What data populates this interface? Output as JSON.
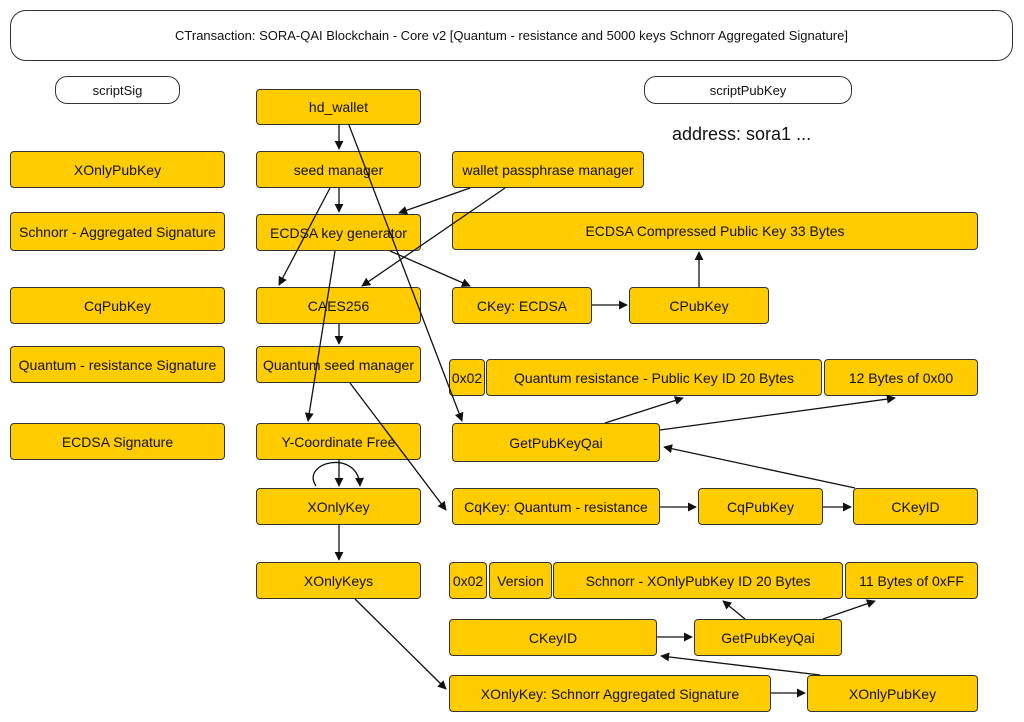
{
  "title": "CTransaction: SORA-QAI Blockchain - Core v2 [Quantum - resistance and 5000 keys Schnorr Aggregated Signature]",
  "script_sig_label": "scriptSig",
  "script_pubkey_label": "scriptPubKey",
  "address_label": "address: sora1 ...",
  "colors": {
    "node_fill": "#ffcc00",
    "node_border": "#333333",
    "arrow": "#111111"
  },
  "script_sig_items": [
    "XOnlyPubKey",
    "Schnorr - Aggregated Signature",
    "CqPubKey",
    "Quantum - resistance Signature",
    "ECDSA Signature"
  ],
  "pipeline": {
    "hd_wallet": "hd_wallet",
    "seed_manager": "seed manager",
    "ecdsa_key_generator": "ECDSA key generator",
    "caes256": "CAES256",
    "quantum_seed_manager": "Quantum seed manager",
    "y_coordinate_free": "Y-Coordinate Free",
    "xonlykey": "XOnlyKey",
    "xonlykeys": "XOnlyKeys"
  },
  "right": {
    "wallet_passphrase_manager": "wallet passphrase manager",
    "ecdsa_compressed_pubkey": "ECDSA Compressed Public Key 33 Bytes",
    "ckey_ecdsa": "CKey: ECDSA",
    "cpubkey": "CPubKey",
    "qr_prefix": "0x02",
    "qr_pubkey_id": "Quantum resistance - Public Key ID 20 Bytes",
    "qr_zero_bytes": "12 Bytes of 0x00",
    "getpubkeyqai_1": "GetPubKeyQai",
    "cqkey_quantum": "CqKey: Quantum - resistance",
    "cqpubkey": "CqPubKey",
    "ckeyid_1": "CKeyID",
    "schnorr_prefix": "0x02",
    "schnorr_version": "Version",
    "schnorr_pubkey_id": "Schnorr - XOnlyPubKey ID 20 Bytes",
    "schnorr_ff_bytes": "11 Bytes of 0xFF",
    "ckeyid_2": "CKeyID",
    "getpubkeyqai_2": "GetPubKeyQai",
    "xonlykey_schnorr": "XOnlyKey: Schnorr Aggregated Signature",
    "xonlypubkey": "XOnlyPubKey"
  }
}
